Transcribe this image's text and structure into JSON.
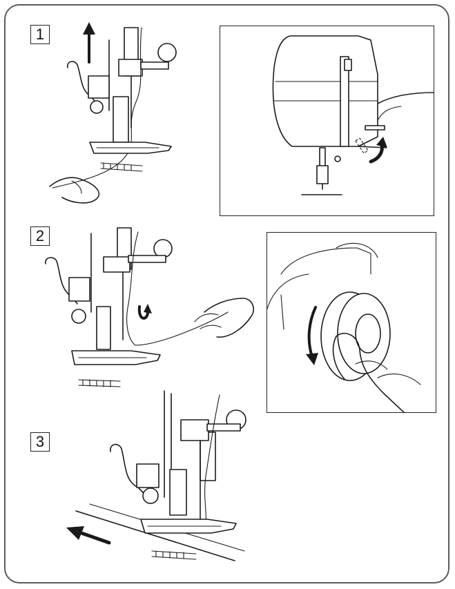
{
  "steps": [
    {
      "number": "1"
    },
    {
      "number": "2"
    },
    {
      "number": "3"
    }
  ],
  "colors": {
    "line": "#1a1a1a",
    "frame": "#5a5a5a",
    "background": "#ffffff"
  },
  "icons": [
    "up-arrow-icon",
    "curved-arrow-icon",
    "left-arrow-icon",
    "counterclockwise-arrow-icon"
  ]
}
